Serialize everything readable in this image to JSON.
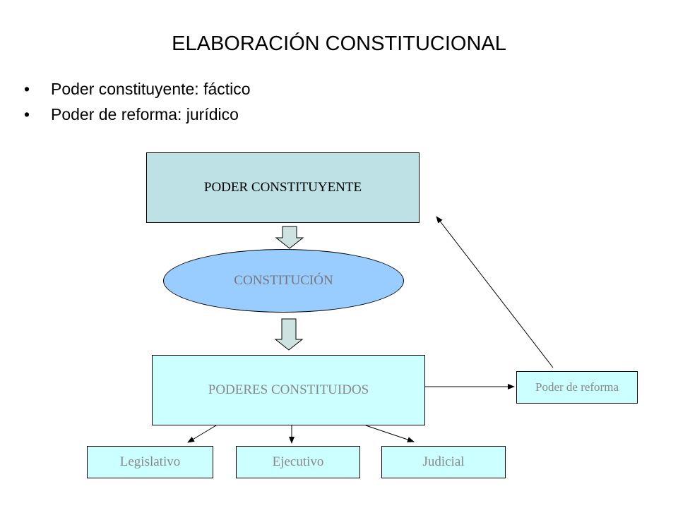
{
  "title": "ELABORACIÓN CONSTITUCIONAL",
  "bullets": [
    "Poder constituyente: fáctico",
    "Poder de reforma: jurídico"
  ],
  "diagram": {
    "poder_constituyente": "PODER CONSTITUYENTE",
    "constitucion": "CONSTITUCIÓN",
    "poderes_constituidos": "PODERES CONSTITUIDOS",
    "poder_de_reforma": "Poder de reforma",
    "branches": [
      "Legislativo",
      "Ejecutivo",
      "Judicial"
    ]
  },
  "colors": {
    "poder_constituyente_fill": "#bde1e5",
    "constitucion_fill": "#99ccff",
    "constituidos_fill": "#ccffff",
    "arrow_fill": "#cde3e0"
  }
}
